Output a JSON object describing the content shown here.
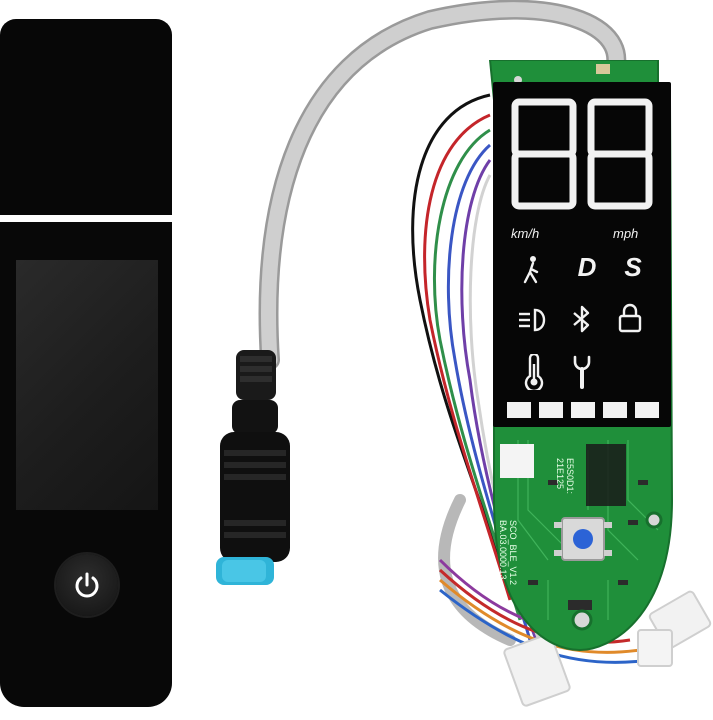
{
  "product": {
    "speed_unit_kmh": "km/h",
    "speed_unit_mph": "mph",
    "mode_d": "D",
    "mode_s": "S",
    "segment_digits": "88",
    "board_label_1": "SCO_BLE_V1.2",
    "board_label_2": "BA.03.0000.13",
    "board_code_1": "E5S0D1:",
    "board_code_2": "21E125"
  },
  "icons": {
    "power": "power-icon",
    "walk": "walk-icon",
    "headlight": "headlight-icon",
    "bluetooth": "bluetooth-icon",
    "lock": "lock-icon",
    "temperature": "thermometer-icon",
    "wrench": "wrench-icon"
  },
  "colors": {
    "pcb_green": "#1f8f3a",
    "connector_tip": "#2fb4d8",
    "display_bg": "#060606",
    "cable_grey": "#c8c8c8"
  }
}
